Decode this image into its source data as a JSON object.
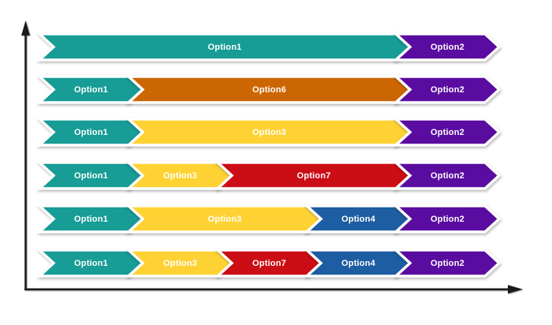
{
  "colors": {
    "option1": "#179C96",
    "option2": "#5A0CA0",
    "option3": "#FFD233",
    "option4": "#1D5DA1",
    "option6": "#CC6602",
    "option7": "#CB0D15",
    "axis": "#1B1B1B",
    "label_text": "#FFFFFF",
    "background": "#FFFFFF"
  },
  "chart_data": {
    "type": "chevron-sequence-rows",
    "description": "Six horizontal chevron process-arrow sequences plotted on a plain x/y axis frame (no ticks, no axis labels). Rows listed top to bottom; each row spans 5 equal slots.",
    "slot_count": 5,
    "has_x_axis_arrow": true,
    "has_y_axis_arrow": true,
    "rows": [
      {
        "segments": [
          {
            "label": "Option1",
            "color": "option1",
            "span": 4
          },
          {
            "label": "Option2",
            "color": "option2",
            "span": 1
          }
        ]
      },
      {
        "segments": [
          {
            "label": "Option1",
            "color": "option1",
            "span": 1
          },
          {
            "label": "Option6",
            "color": "option6",
            "span": 3
          },
          {
            "label": "Option2",
            "color": "option2",
            "span": 1
          }
        ]
      },
      {
        "segments": [
          {
            "label": "Option1",
            "color": "option1",
            "span": 1
          },
          {
            "label": "Option3",
            "color": "option3",
            "span": 3
          },
          {
            "label": "Option2",
            "color": "option2",
            "span": 1
          }
        ]
      },
      {
        "segments": [
          {
            "label": "Option1",
            "color": "option1",
            "span": 1
          },
          {
            "label": "Option3",
            "color": "option3",
            "span": 1
          },
          {
            "label": "Option7",
            "color": "option7",
            "span": 2
          },
          {
            "label": "Option2",
            "color": "option2",
            "span": 1
          }
        ]
      },
      {
        "segments": [
          {
            "label": "Option1",
            "color": "option1",
            "span": 1
          },
          {
            "label": "Option3",
            "color": "option3",
            "span": 2
          },
          {
            "label": "Option4",
            "color": "option4",
            "span": 1
          },
          {
            "label": "Option2",
            "color": "option2",
            "span": 1
          }
        ]
      },
      {
        "segments": [
          {
            "label": "Option1",
            "color": "option1",
            "span": 1
          },
          {
            "label": "Option3",
            "color": "option3",
            "span": 1
          },
          {
            "label": "Option7",
            "color": "option7",
            "span": 1
          },
          {
            "label": "Option4",
            "color": "option4",
            "span": 1
          },
          {
            "label": "Option2",
            "color": "option2",
            "span": 1
          }
        ]
      }
    ]
  }
}
